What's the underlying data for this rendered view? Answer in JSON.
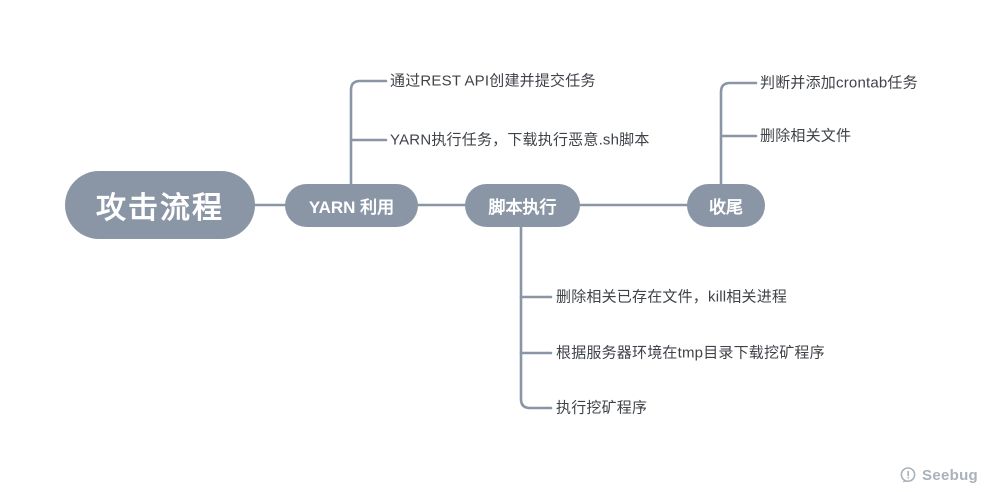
{
  "diagram": {
    "title_node": {
      "label": "攻击流程"
    },
    "nodes": [
      {
        "id": "yarn",
        "label": "YARN 利用"
      },
      {
        "id": "script",
        "label": "脚本执行"
      },
      {
        "id": "end",
        "label": "收尾"
      }
    ],
    "branches": {
      "yarn": [
        "通过REST API创建并提交任务",
        "YARN执行任务，下载执行恶意.sh脚本"
      ],
      "end": [
        "判断并添加crontab任务",
        "删除相关文件"
      ],
      "script": [
        "删除相关已存在文件，kill相关进程",
        "根据服务器环境在tmp目录下载挖矿程序",
        "执行挖矿程序"
      ]
    },
    "colors": {
      "node_fill": "#8a96a6",
      "line": "#8a96a6",
      "leaf_text": "#3f4348",
      "node_text": "#ffffff"
    }
  },
  "footer": {
    "logo_text": "Seebug"
  }
}
